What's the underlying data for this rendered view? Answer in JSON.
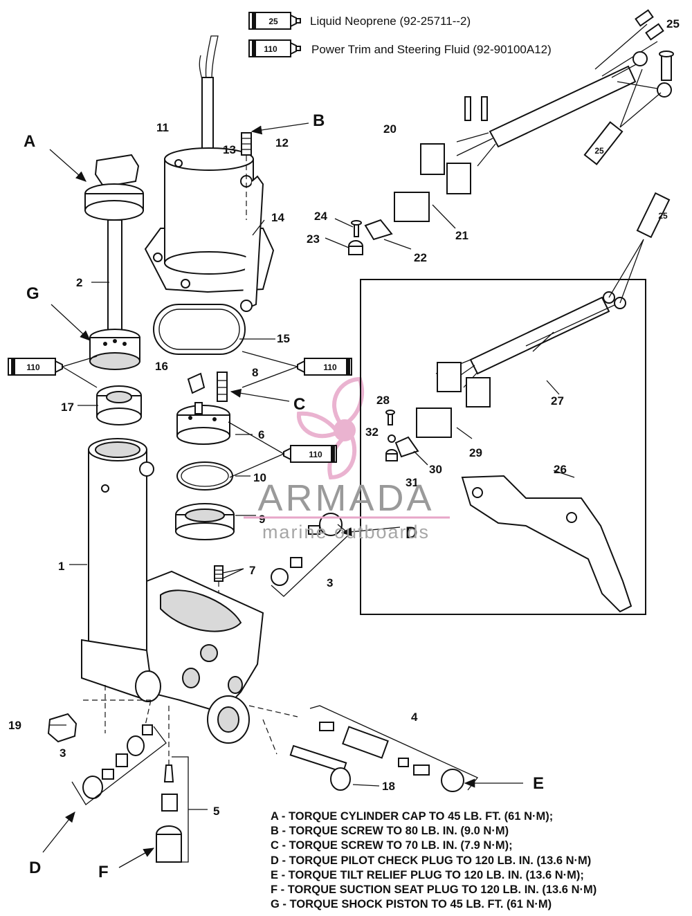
{
  "legend": [
    {
      "code": "25",
      "text": "Liquid Neoprene (92-25711--2)"
    },
    {
      "code": "110",
      "text": "Power Trim  and Steering Fluid (92-90100A12)"
    }
  ],
  "callouts": {
    "A": "A",
    "B": "B",
    "C": "C",
    "D": "D",
    "E": "E",
    "F": "F",
    "G": "G"
  },
  "part_numbers": {
    "p1": "1",
    "p2": "2",
    "p3a": "3",
    "p3b": "3",
    "p4": "4",
    "p5": "5",
    "p6": "6",
    "p7": "7",
    "p8": "8",
    "p9": "9",
    "p10": "10",
    "p11": "11",
    "p12": "12",
    "p13": "13",
    "p14": "14",
    "p15": "15",
    "p16": "16",
    "p17": "17",
    "p18": "18",
    "p19": "19",
    "p20": "20",
    "p21": "21",
    "p22": "22",
    "p23": "23",
    "p24": "24",
    "p25": "25",
    "p26": "26",
    "p27": "27",
    "p28": "28",
    "p29": "29",
    "p30": "30",
    "p31": "31",
    "p32": "32"
  },
  "sealant_tubes": {
    "t25_top": "25",
    "t25_mid": "25",
    "t110_left": "110",
    "t110_right": "110",
    "t110_center": "110"
  },
  "torque_notes": [
    "A - TORQUE CYLINDER CAP TO 45 LB. FT. (61 N·M);",
    "B - TORQUE SCREW TO 80 LB. IN. (9.0 N·M)",
    "C - TORQUE SCREW TO 70 LB. IN. (7.9 N·M);",
    "D - TORQUE PILOT CHECK PLUG TO 120 LB. IN. (13.6 N·M)",
    "E - TORQUE TILT RELIEF PLUG TO 120 LB. IN. (13.6 N·M);",
    "F - TORQUE SUCTION SEAT PLUG TO 120 LB. IN. (13.6 N·M)",
    "G - TORQUE SHOCK PISTON TO 45 LB. FT. (61 N·M)"
  ],
  "watermark": {
    "brand": "ARMADA",
    "tagline": "marine outboards",
    "color": "#e7a6c8"
  }
}
